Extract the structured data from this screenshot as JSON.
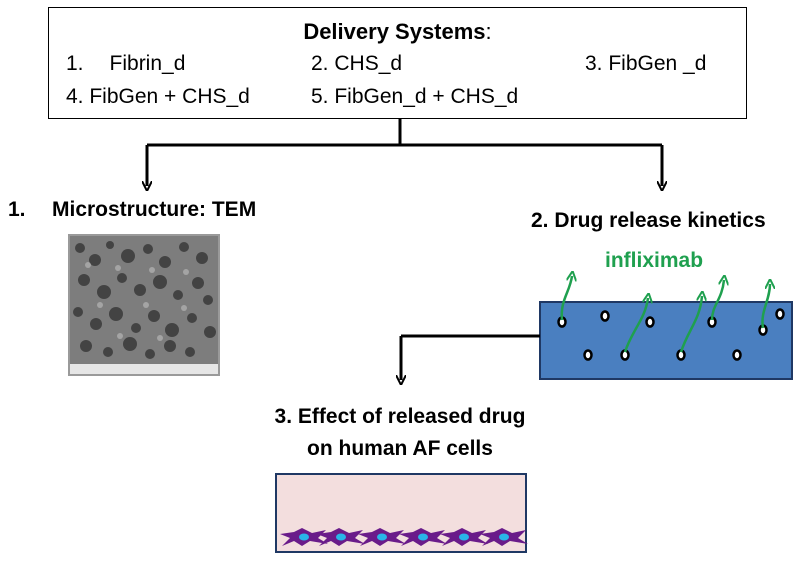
{
  "delivery": {
    "title": "Delivery Systems",
    "colon": ":",
    "items": [
      {
        "num": "1.",
        "label": "Fibrin_d"
      },
      {
        "num": "2.",
        "label": "CHS_d"
      },
      {
        "num": "3.",
        "label": "FibGen _d"
      },
      {
        "num": "4.",
        "label": "FibGen + CHS_d"
      },
      {
        "num": "5.",
        "label": "FibGen_d + CHS_d"
      }
    ]
  },
  "steps": {
    "s1_num": "1.",
    "s1_label": "Microstructure: TEM",
    "s2": "2. Drug release kinetics",
    "s3_line1": "3. Effect of released drug",
    "s3_line2": "on human AF cells"
  },
  "drug_label": "infliximab",
  "colors": {
    "release_block": "#4a7fc0",
    "release_border": "#1f3864",
    "arrow_green": "#1fa04f",
    "cell_dish": "#f3dede",
    "cell_body": "#6a1b8a",
    "cell_nucleus": "#29b6e8"
  }
}
